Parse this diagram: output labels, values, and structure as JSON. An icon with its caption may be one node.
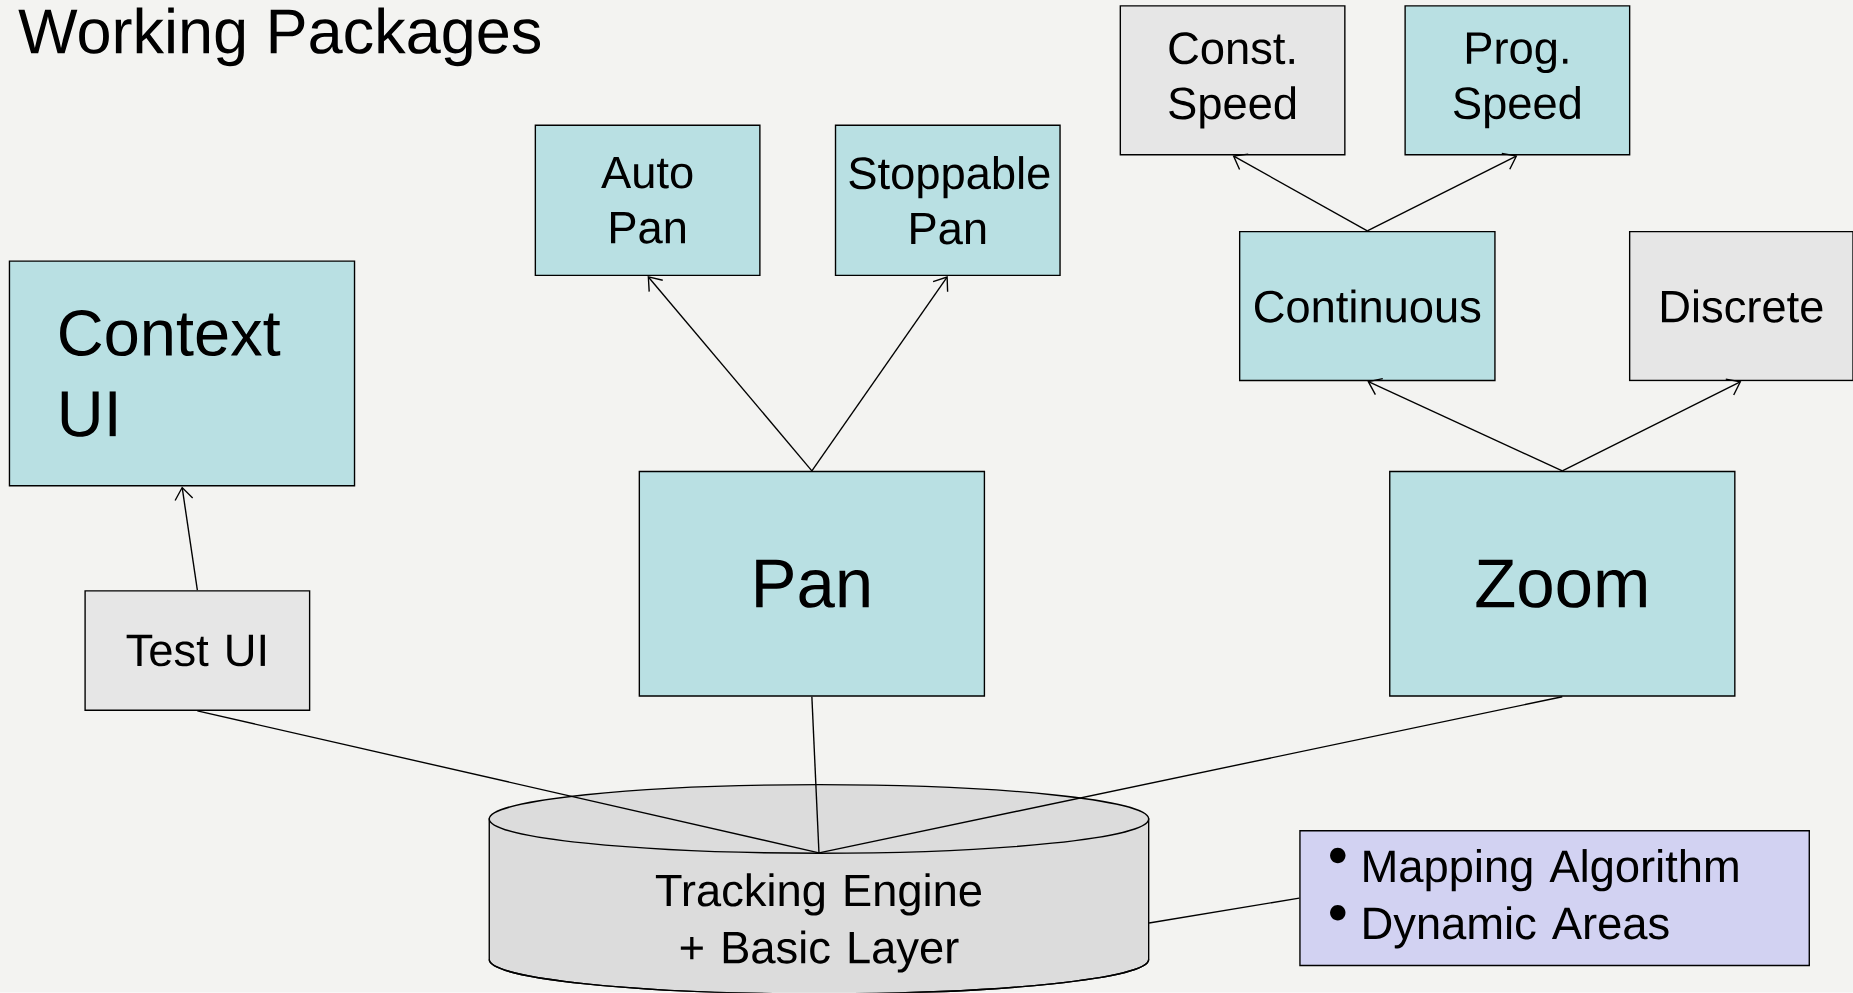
{
  "diagram": {
    "title": "Working Packages",
    "nodes": [
      {
        "text": [
          "Context UI"
        ]
      },
      {
        "text": [
          "Test UI"
        ]
      },
      {
        "text": [
          "Auto Pan"
        ]
      },
      {
        "text": [
          "Stoppable Pan"
        ]
      },
      {
        "text": [
          "Pan"
        ]
      },
      {
        "text": [
          "Const. Speed"
        ]
      },
      {
        "text": [
          "Prog. Speed"
        ]
      },
      {
        "text": [
          "Continuous"
        ]
      },
      {
        "text": [
          "Discrete"
        ]
      },
      {
        "text": [
          "Zoom"
        ]
      },
      {
        "text": [
          "Tracking Engine + Basic Layer"
        ]
      },
      {
        "text": [
          "Mapping Algorithm",
          "Dynamic Areas"
        ]
      }
    ],
    "edges": [
      {
        "from": 1,
        "to": 0,
        "arrow": "to"
      },
      {
        "from": 4,
        "to": 2,
        "arrow": "to"
      },
      {
        "from": 4,
        "to": 3,
        "arrow": "to"
      },
      {
        "from": 7,
        "to": 5,
        "arrow": "to"
      },
      {
        "from": 7,
        "to": 6,
        "arrow": "to"
      },
      {
        "from": 9,
        "to": 7,
        "arrow": "to"
      },
      {
        "from": 9,
        "to": 8,
        "arrow": "to"
      },
      {
        "from": 1,
        "to": 10,
        "arrow": "none"
      },
      {
        "from": 4,
        "to": 10,
        "arrow": "none"
      },
      {
        "from": 9,
        "to": 10,
        "arrow": "none"
      },
      {
        "from": 10,
        "to": 11,
        "arrow": "none"
      }
    ]
  }
}
